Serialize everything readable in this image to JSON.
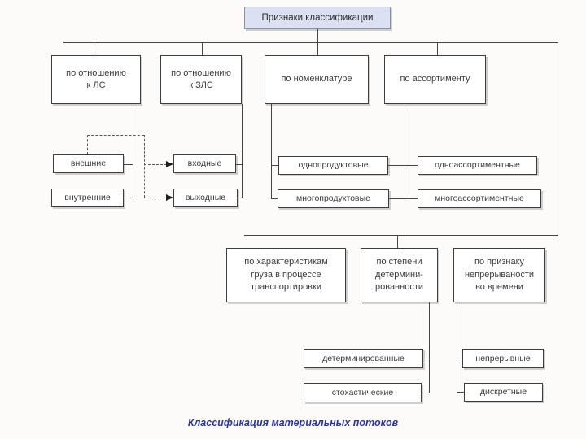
{
  "title": "Признаки классификации",
  "caption": "Классификация материальных потоков",
  "nodes": {
    "ls": "по отношению\nк ЛС",
    "zls": "по отношению\nк ЗЛС",
    "nomenclature": "по номенклатуре",
    "assortment": "по ассортименту",
    "external": "внешние",
    "internal": "внутренние",
    "input": "входные",
    "output": "выходные",
    "single_product": "однопродуктовые",
    "multi_product": "многопродуктовые",
    "single_assortment": "одноассортиментные",
    "multi_assortment": "многоассортиментные",
    "cargo": "по характеристикам\nгруза в процессе\nтранспортировки",
    "determinism": "по степени\nдетермини-\nрованности",
    "continuity": "по признаку\nнепрерываности\nво времени",
    "deterministic": "детерминированные",
    "stochastic": "стохастические",
    "continuous": "непрерывные",
    "discrete": "дискретные"
  },
  "colors": {
    "title_bg": "#dbe0f2",
    "caption_text": "#2c3694",
    "connector": "#454545"
  }
}
